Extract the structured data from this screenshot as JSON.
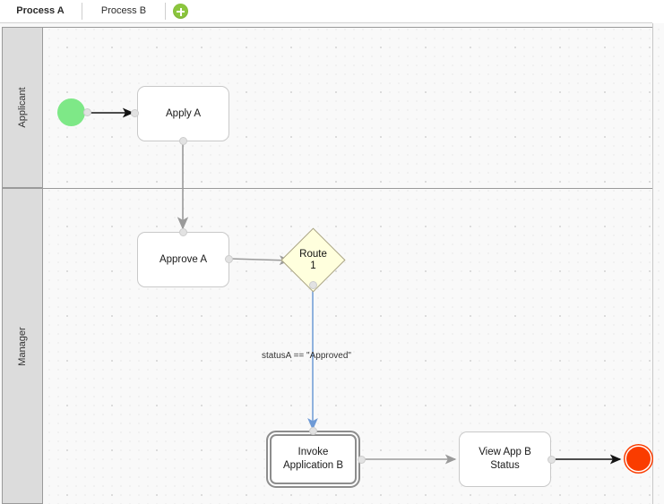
{
  "tabs": {
    "items": [
      {
        "label": "Process A",
        "active": true
      },
      {
        "label": "Process B",
        "active": false
      }
    ],
    "add_label": "+"
  },
  "lanes": [
    {
      "label": "Applicant"
    },
    {
      "label": "Manager"
    }
  ],
  "diagram": {
    "nodes": [
      {
        "id": "start",
        "type": "start-event",
        "label": ""
      },
      {
        "id": "apply-a",
        "type": "task",
        "label": "Apply A"
      },
      {
        "id": "approve-a",
        "type": "task",
        "label": "Approve A"
      },
      {
        "id": "route-1",
        "type": "gateway",
        "label_line1": "Route",
        "label_line2": "1"
      },
      {
        "id": "invoke-application-b",
        "type": "call-activity",
        "label_line1": "Invoke",
        "label_line2": "Application B"
      },
      {
        "id": "view-app-b-status",
        "type": "task",
        "label_line1": "View App B",
        "label_line2": "Status"
      },
      {
        "id": "end",
        "type": "end-event",
        "label": ""
      }
    ],
    "flows": [
      {
        "from": "start",
        "to": "apply-a",
        "label": ""
      },
      {
        "from": "apply-a",
        "to": "approve-a",
        "label": ""
      },
      {
        "from": "approve-a",
        "to": "route-1",
        "label": ""
      },
      {
        "from": "route-1",
        "to": "invoke-application-b",
        "label": "statusA == \"Approved\""
      },
      {
        "from": "invoke-application-b",
        "to": "view-app-b-status",
        "label": ""
      },
      {
        "from": "view-app-b-status",
        "to": "end",
        "label": ""
      }
    ]
  },
  "colors": {
    "start_event": "#7ee887",
    "end_event": "#fa3c00",
    "gateway_fill": "#ffffdd",
    "gateway_stroke": "#a8a284",
    "add_button": "#8cc63e",
    "lane_header": "#dcdcdc",
    "conditional_flow": "#6e9ad6",
    "default_flow": "#9a9a9a",
    "dark_flow": "#141414",
    "canvas": "#f9f9f9"
  }
}
